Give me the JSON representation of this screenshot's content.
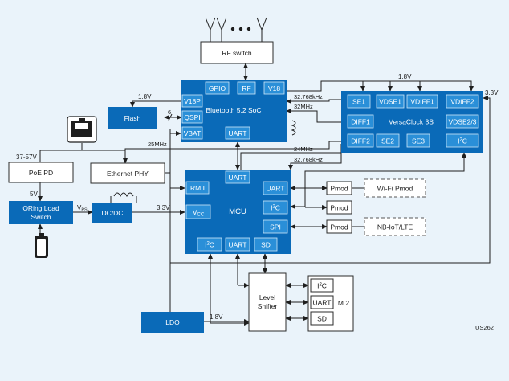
{
  "blocks": {
    "rf_switch": "RF switch",
    "bluetooth": "Bluetooth 5.2 SoC",
    "bt_pins": [
      "GPIO",
      "RF",
      "V18",
      "V18P",
      "QSPI",
      "VBAT",
      "UART"
    ],
    "flash": "Flash",
    "versaclock": "VersaClock 3S",
    "vc_outputs": [
      "SE1",
      "VDSE1",
      "VDIFF1",
      "VDIFF2",
      "DIFF1",
      "VDSE2/3",
      "DIFF2",
      "SE2",
      "SE3"
    ],
    "vc_i2c": "I",
    "mcu": "MCU",
    "mcu_uart_top": "UART",
    "mcu_rmii": "RMII",
    "mcu_vcc": "V",
    "mcu_vcc_sub": "CC",
    "mcu_uart_right": "UART",
    "mcu_i2c_right": "I",
    "mcu_spi": "SPI",
    "mcu_i2c_bottom": "I",
    "mcu_uart_bottom": "UART",
    "mcu_sd": "SD",
    "poe_pd": "PoE PD",
    "ethernet_phy": "Ethernet PHY",
    "oring_line1": "ORing Load",
    "oring_line2": "Switch",
    "dcdc": "DC/DC",
    "ldo": "LDO",
    "level_shifter_line1": "Level",
    "level_shifter_line2": "Shifter",
    "pmod": "Pmod",
    "wifi_pmod": "Wi-Fi Pmod",
    "nbiot": "NB-IoT/LTE",
    "m2": "M.2",
    "m2_i2c": "I",
    "m2_uart": "UART",
    "m2_sd": "SD",
    "i2c_sup": "2",
    "c_letter": "C"
  },
  "labels": {
    "v18_flash": "1.8V",
    "qspi_width": "6",
    "clk_25mhz": "25MHz",
    "clk_32768_top": "32.768kHz",
    "clk_32mhz": "32MHz",
    "clk_24mhz": "24MHz",
    "clk_32768_bottom": "32.768kHz",
    "v18_vc": "1.8V",
    "v33_right": "3.3V",
    "poe_input": "37-57V",
    "v5": "5V",
    "vps_main": "V",
    "vps_sub": "PS",
    "v33_dcdc": "3.3V",
    "v18_ldo": "1.8V",
    "figure_id": "US262"
  },
  "icons": [
    "antenna-icon",
    "ethernet-jack-icon",
    "battery-icon",
    "inductor-icon"
  ],
  "colors": {
    "block": "#0a6ab8",
    "subblock": "#2a8fd8",
    "background": "#eaf3fa",
    "wire": "#1e1e1e"
  }
}
